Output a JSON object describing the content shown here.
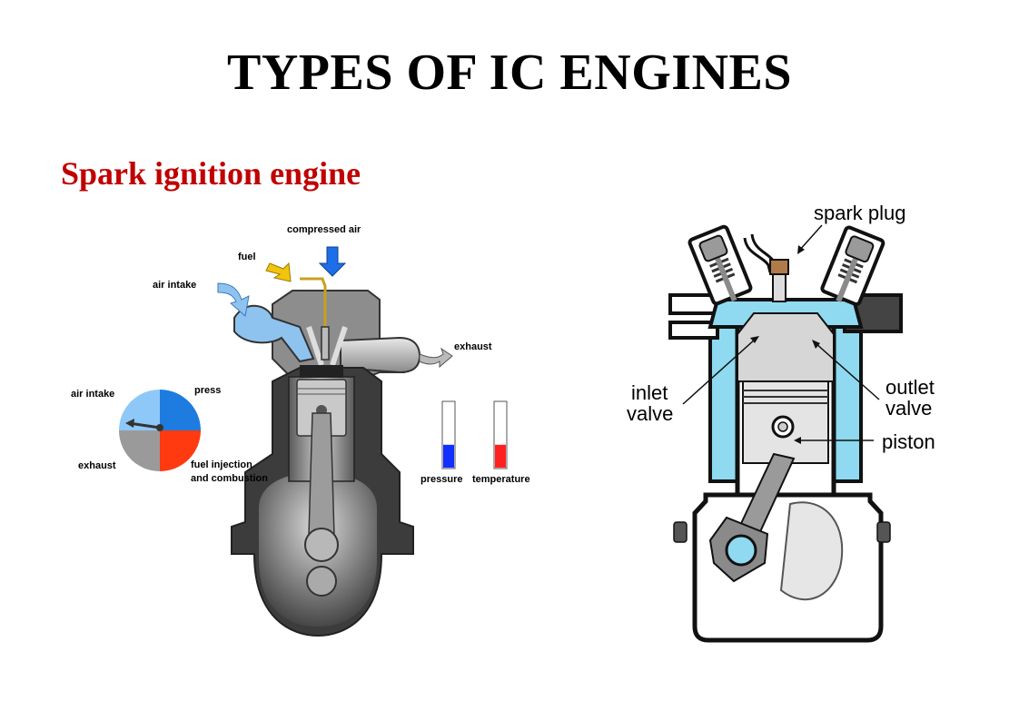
{
  "title": "TYPES OF IC ENGINES",
  "subtitle": "Spark ignition engine",
  "left_diagram": {
    "labels": {
      "compressed_air": "compressed air",
      "fuel": "fuel",
      "air_intake_top": "air intake",
      "exhaust_right": "exhaust",
      "air_intake_cycle": "air intake",
      "press": "press",
      "exhaust_cycle": "exhaust",
      "fuel_injection_1": "fuel injection",
      "fuel_injection_2": "and combustion",
      "pressure": "pressure",
      "temperature": "temperature"
    },
    "gauges": {
      "pressure_level": 0.35,
      "temperature_level": 0.35
    },
    "colors": {
      "pressure": "#1030ff",
      "temperature": "#ff2020",
      "cycle_blue_dark": "#1e7be0",
      "cycle_blue_light": "#8ec8f8",
      "cycle_red": "#ff3a10",
      "cycle_gray": "#9a9a9a"
    }
  },
  "right_diagram": {
    "labels": {
      "spark_plug": "spark plug",
      "inlet_1": "inlet",
      "inlet_2": "valve",
      "outlet_1": "outlet",
      "outlet_2": "valve",
      "piston": "piston"
    },
    "colors": {
      "coolant": "#8fdaf0",
      "valve_gray": "#8a8a8a",
      "piston_light": "#d8d8d8"
    }
  }
}
